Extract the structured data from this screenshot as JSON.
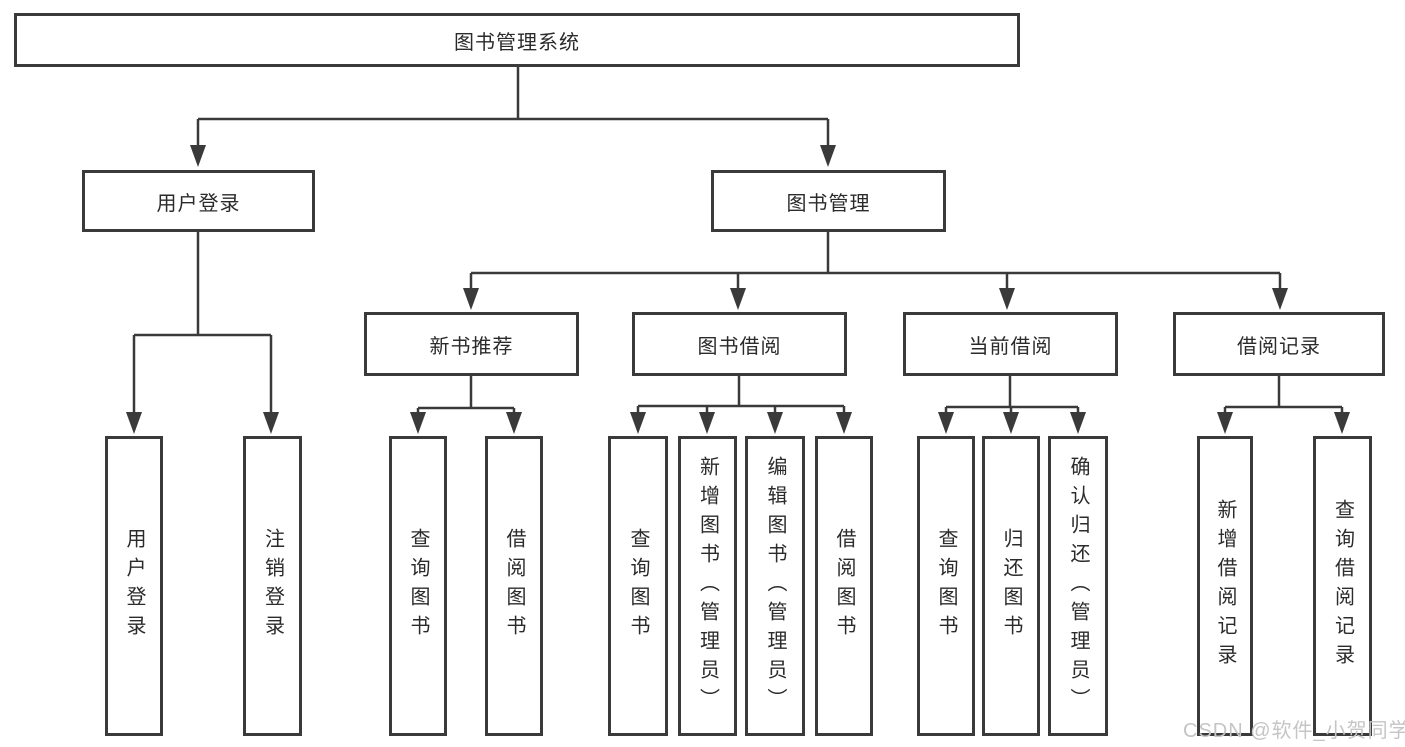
{
  "page": {
    "background": "#ffffff"
  },
  "watermark": {
    "text": "CSDN @软件_小贺同学",
    "color": "#c5c5c5"
  },
  "diagram": {
    "type": "hierarchy",
    "line_color": "#3a3a3a",
    "text_color": "#2b2b2b",
    "root": {
      "label": "图书管理系统"
    },
    "level2": [
      {
        "label": "用户登录",
        "children": [
          {
            "label": "用户登录"
          },
          {
            "label": "注销登录"
          }
        ]
      },
      {
        "label": "图书管理",
        "children": [
          {
            "label": "新书推荐",
            "children": [
              {
                "label": "查询图书"
              },
              {
                "label": "借阅图书"
              }
            ]
          },
          {
            "label": "图书借阅",
            "children": [
              {
                "label": "查询图书"
              },
              {
                "label": "新增图书（管理员）"
              },
              {
                "label": "编辑图书（管理员）"
              },
              {
                "label": "借阅图书"
              }
            ]
          },
          {
            "label": "当前借阅",
            "children": [
              {
                "label": "查询图书"
              },
              {
                "label": "归还图书"
              },
              {
                "label": "确认归还（管理员）"
              }
            ]
          },
          {
            "label": "借阅记录",
            "children": [
              {
                "label": "新增借阅记录"
              },
              {
                "label": "查询借阅记录"
              }
            ]
          }
        ]
      }
    ]
  }
}
